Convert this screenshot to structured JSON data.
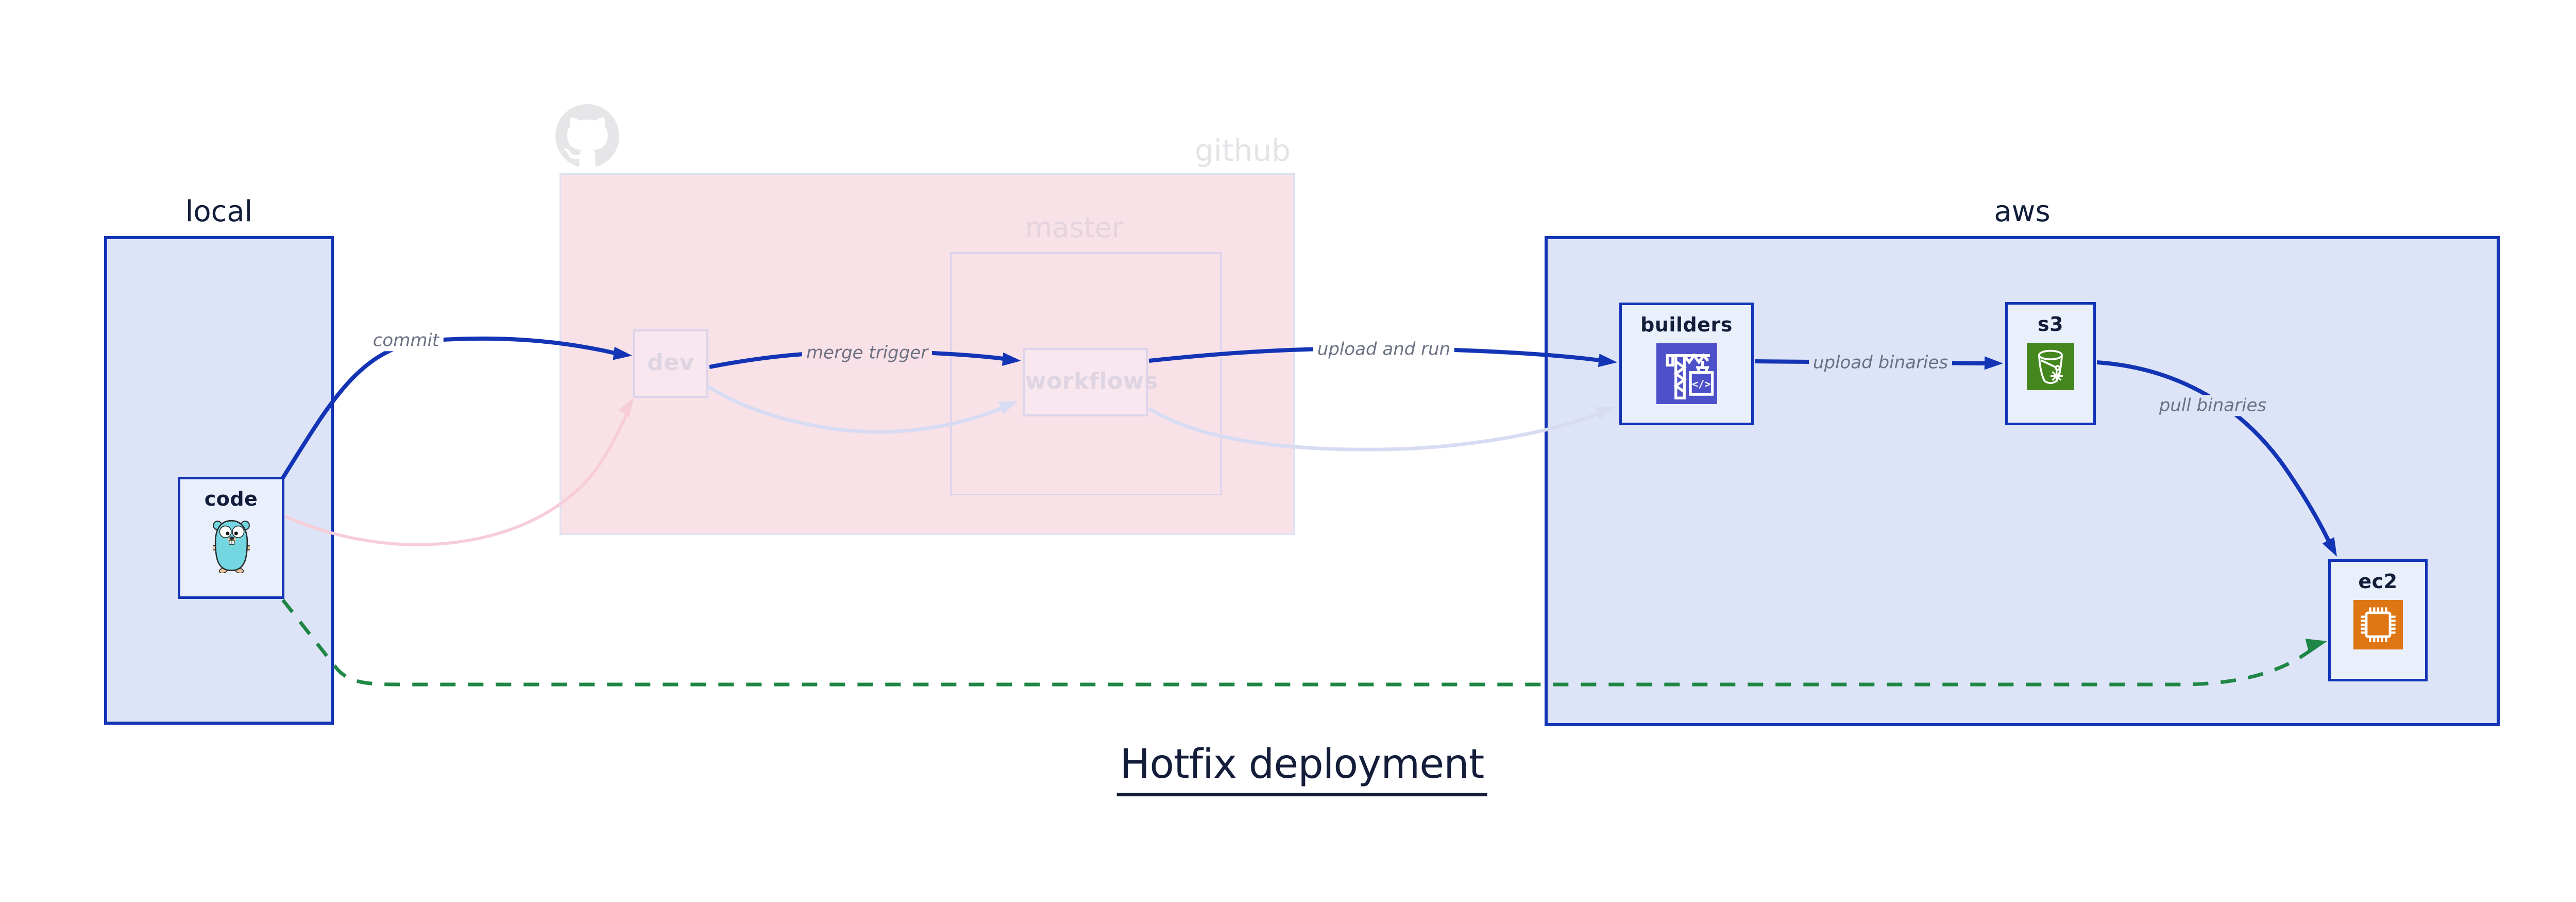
{
  "title": {
    "text": "Hotfix deployment"
  },
  "groups": {
    "local": {
      "label": "local"
    },
    "github": {
      "label": "github",
      "master_label": "master"
    },
    "aws": {
      "label": "aws"
    }
  },
  "nodes": {
    "code": {
      "label": "code",
      "icon": "go-gopher-icon"
    },
    "dev": {
      "label": "dev"
    },
    "workflows": {
      "label": "workflows"
    },
    "builders": {
      "label": "builders",
      "icon": "codebuild-crane-icon",
      "icon_glyph": "</>"
    },
    "s3": {
      "label": "s3",
      "icon": "s3-bucket-snowflake-icon"
    },
    "ec2": {
      "label": "ec2",
      "icon": "ec2-chip-icon"
    }
  },
  "edges": [
    {
      "id": "commit",
      "label": "commit",
      "style": "solid-blue",
      "from": "code",
      "to": "dev"
    },
    {
      "id": "merge-trigger",
      "label": "merge trigger",
      "style": "solid-blue",
      "from": "dev",
      "to": "workflows"
    },
    {
      "id": "upload-and-run",
      "label": "upload and run",
      "style": "solid-blue",
      "from": "workflows",
      "to": "builders"
    },
    {
      "id": "upload-binaries",
      "label": "upload binaries",
      "style": "solid-blue",
      "from": "builders",
      "to": "s3"
    },
    {
      "id": "pull-binaries",
      "label": "pull binaries",
      "style": "solid-blue",
      "from": "s3",
      "to": "ec2"
    },
    {
      "id": "hotfix-shortcut",
      "label": "",
      "style": "dashed-green",
      "from": "code",
      "to": "ec2"
    },
    {
      "id": "code-to-dev-faded",
      "label": "",
      "style": "faded-pink",
      "from": "code",
      "to": "dev"
    },
    {
      "id": "dev-to-workflows-faded",
      "label": "",
      "style": "faded-lavender",
      "from": "dev",
      "to": "workflows"
    },
    {
      "id": "workflows-to-builders-faded",
      "label": "",
      "style": "faded-lavender",
      "from": "workflows",
      "to": "builders"
    }
  ],
  "colors": {
    "accent_blue": "#1334b5",
    "navy_text": "#121d3a",
    "lavender_fill": "#dde4f8",
    "node_fill": "#eaeffc",
    "pink_fill": "#f9e1e8",
    "faded_border": "#d9d2ea",
    "faded_text": "#ded4e2",
    "edge_label_gray": "#6b7183",
    "green_dashed": "#1f8745",
    "faded_pink_edge": "#f7cdd9",
    "faded_lavender_edge": "#d8dcf2",
    "github_gray": "#e6e6e9",
    "codebuild_indigo": "#4d50c8",
    "s3_green": "#43871e",
    "ec2_orange": "#de7614",
    "gopher_teal": "#73d6e1"
  }
}
